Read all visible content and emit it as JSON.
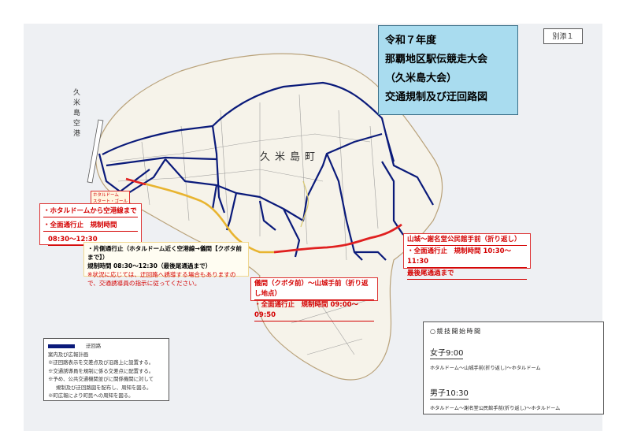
{
  "document": {
    "attachment_label": "別添１",
    "title_lines": [
      "令和７年度",
      "那覇地区駅伝競走大会",
      "（久米島大会）",
      "交通規制及び迂回路図"
    ]
  },
  "map": {
    "place_labels": {
      "airport": "久米島空港",
      "town": "久米島町",
      "start_goal": [
        "ホタルドーム",
        "スタート・ゴール"
      ]
    },
    "colors": {
      "detour": "#0a1a7a",
      "full_closure": "#e02020",
      "one_side_closure": "#e8b430",
      "title_bg": "#a9dcef",
      "land": "#f6f3ea",
      "sea": "#eef0f3"
    }
  },
  "notes": {
    "airport_line": {
      "lines": [
        "・ホタルドームから空港線まで",
        "・全面通行止　規制時間",
        "08:30～12:30"
      ]
    },
    "one_side": {
      "line1": "・片側通行止（ホタルドーム近く空港線→儀間【クボタ前まで】）",
      "line2": "規制時間 08:30～12:30（最後尾通過まで）",
      "warning": "※状況に応じては、迂回路へ誘導する場合もありますので、交通誘導員の指示に従ってください。"
    },
    "gima": {
      "lines": [
        "儀間（クボタ前）～山城手前（折り返し地点）",
        "・全面通行止　規制時間 09:00～09:50"
      ]
    },
    "yamagusuku": {
      "lines": [
        "山城～謝名堂公民館手前（折り返し）",
        "・全面通行止　規制時間 10:30～11:30",
        "最後尾通過まで"
      ]
    }
  },
  "legend": {
    "detour_label": "迂回路",
    "heading": "案内及び広報計画",
    "items": [
      "※迂回路表示を交差点及び沿路上に設置する。",
      "※交通誘導員を規制に係る交差点に配置する。",
      "※予め、公共交通機関並びに関係機関に対して",
      "規制及び迂回路図を配布し、周知を図る。",
      "※町広報により町民への周知を図る。"
    ]
  },
  "start_times": {
    "heading": "○競技開始時間",
    "groups": [
      {
        "label": "女子9:00",
        "route": "ホタルドーム～山城手前(折り返し)～ホタルドーム"
      },
      {
        "label": "男子10:30",
        "route": "ホタルドーム～謝名堂公民館手前(折り返し)～ホタルドーム"
      }
    ]
  }
}
